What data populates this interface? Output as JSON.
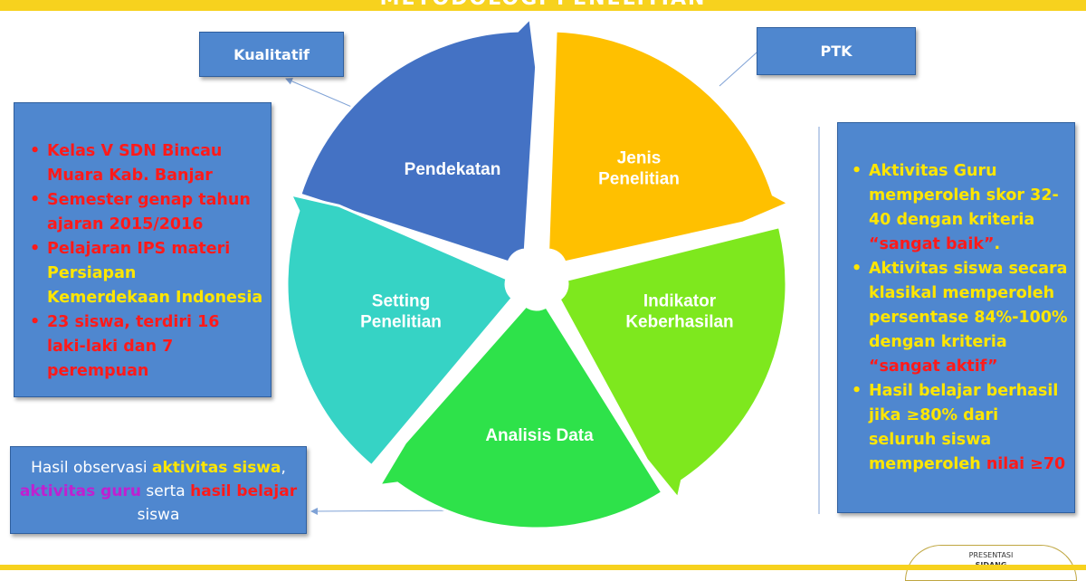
{
  "header": {
    "title": "METODOLOGI PENELITIAN"
  },
  "tags": {
    "kualitatif": "Kualitatif",
    "ptk": "PTK"
  },
  "cycle": {
    "segments": [
      {
        "id": "pendekatan",
        "lines": [
          "Pendekatan"
        ],
        "color": "#4472c4"
      },
      {
        "id": "jenis",
        "lines": [
          "Jenis",
          "Penelitian"
        ],
        "color": "#ffc000"
      },
      {
        "id": "indikator",
        "lines": [
          "Indikator",
          "Keberhasilan"
        ],
        "color": "#7ee81e"
      },
      {
        "id": "analisis",
        "lines": [
          "Analisis Data"
        ],
        "color": "#2ee24a"
      },
      {
        "id": "setting",
        "lines": [
          "Setting",
          "Penelitian"
        ],
        "color": "#36d3c5"
      }
    ]
  },
  "left_box": {
    "i1": {
      "a": "Kelas V",
      "b": " SDN Bincau Muara Kab. Banjar"
    },
    "i2": {
      "a": "Semester genap tahun ajaran 2015/2016"
    },
    "i3": {
      "a": "Pelajaran ",
      "b": "IPS",
      "c": " materi ",
      "d": "Persiapan Kemerdekaan Indonesia"
    },
    "i4": {
      "a": "23 siswa",
      "b": ", terdiri 16 laki-laki dan 7 perempuan"
    }
  },
  "right_box": {
    "i1": {
      "a": "Aktivitas Guru",
      "b": " memperoleh skor 32-40 dengan kriteria ",
      "c": "“sangat baik”",
      "d": "."
    },
    "i2": {
      "a": "Aktivitas siswa",
      "b": " secara klasikal memperoleh persentase 84%-100% dengan kriteria ",
      "c": "“sangat aktif”"
    },
    "i3": {
      "a": "Hasil belajar",
      "b": " berhasil jika ≥80% dari seluruh siswa memperoleh ",
      "c": "nilai ≥70"
    }
  },
  "bottom_box": {
    "a": "Hasil observasi ",
    "b": "aktivitas siswa",
    "c": ",",
    "d": "aktivitas guru",
    "e": " serta ",
    "f": "hasil belajar",
    "g": " siswa"
  },
  "badge": {
    "line1": "PRESENTASI",
    "line2": "SIDANG"
  }
}
